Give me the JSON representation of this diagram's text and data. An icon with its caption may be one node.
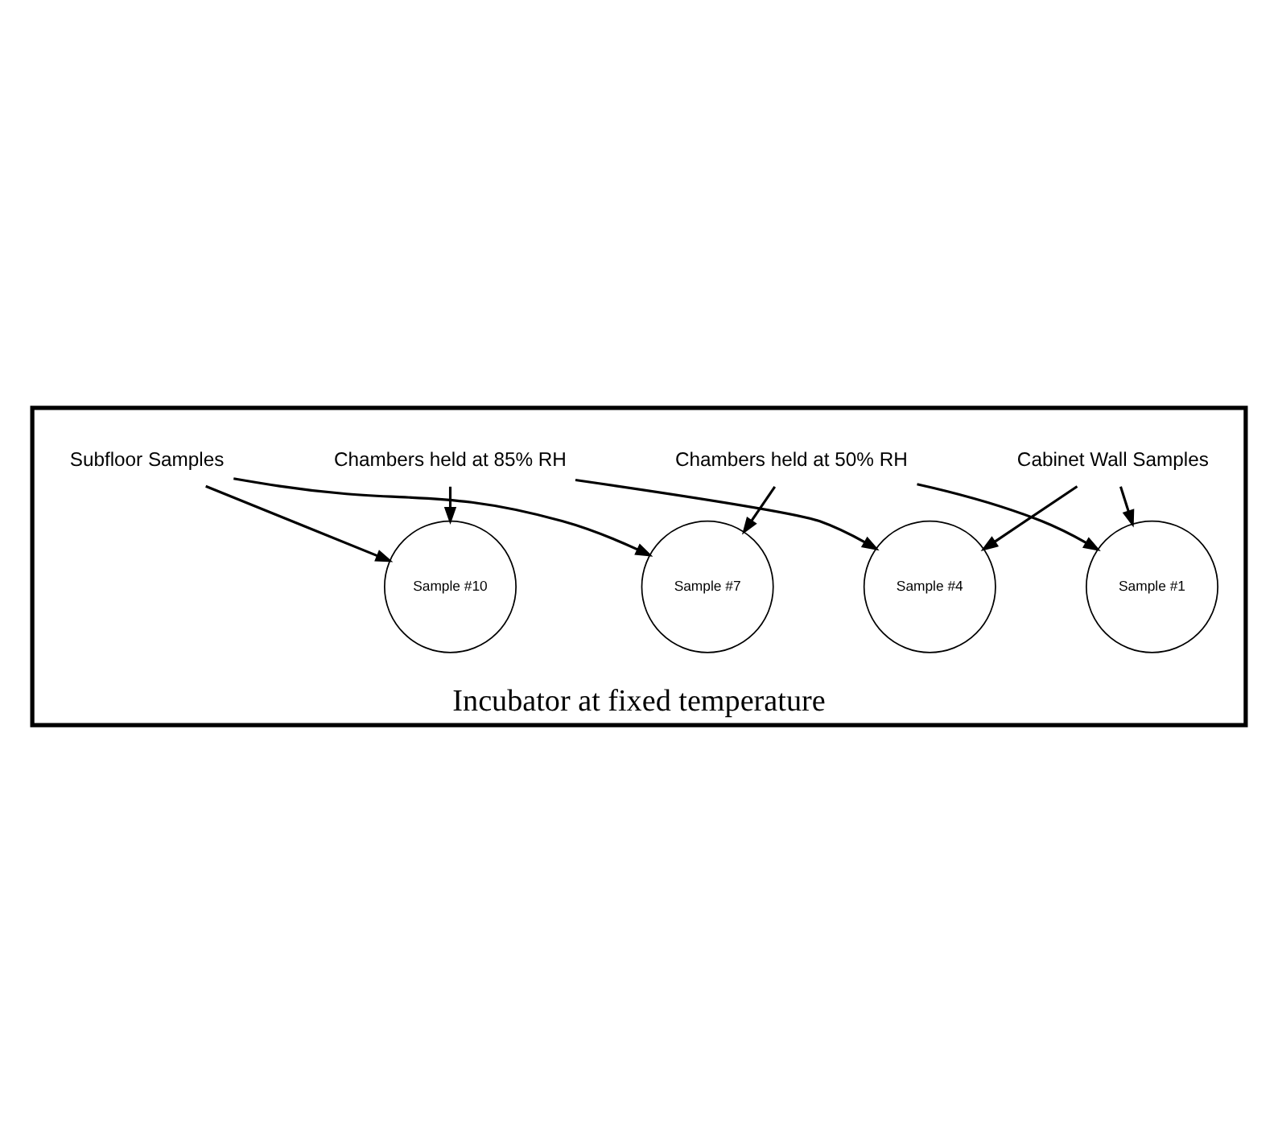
{
  "diagram": {
    "nodes": [
      {
        "text": [
          "Incubator at fixed temperature"
        ]
      },
      {
        "text": [
          "Cabinet Wall Samples"
        ],
        "in": 0
      },
      {
        "text": [
          "Sample #1"
        ],
        "in": 0
      },
      {
        "text": [
          "Sample #4"
        ],
        "in": 0
      },
      {
        "text": [
          "Chambers held at 50% RH"
        ],
        "in": 0
      },
      {
        "text": [
          "Chambers held at 85% RH"
        ],
        "in": 0
      },
      {
        "text": [
          "Sample #7"
        ],
        "in": 0
      },
      {
        "text": [
          "Sample #10"
        ],
        "in": 0
      },
      {
        "text": [
          "Subfloor Samples"
        ],
        "in": 0
      }
    ],
    "edges": [
      {
        "from": 1,
        "to": 2,
        "arrow": "to"
      },
      {
        "from": 1,
        "to": 3,
        "arrow": "to"
      },
      {
        "from": 4,
        "to": 2,
        "arrow": "to"
      },
      {
        "from": 4,
        "to": 6,
        "arrow": "to"
      },
      {
        "from": 5,
        "to": 3,
        "arrow": "to"
      },
      {
        "from": 5,
        "to": 7,
        "arrow": "to"
      },
      {
        "from": 8,
        "to": 6,
        "arrow": "to"
      },
      {
        "from": 8,
        "to": 7,
        "arrow": "to"
      }
    ]
  }
}
